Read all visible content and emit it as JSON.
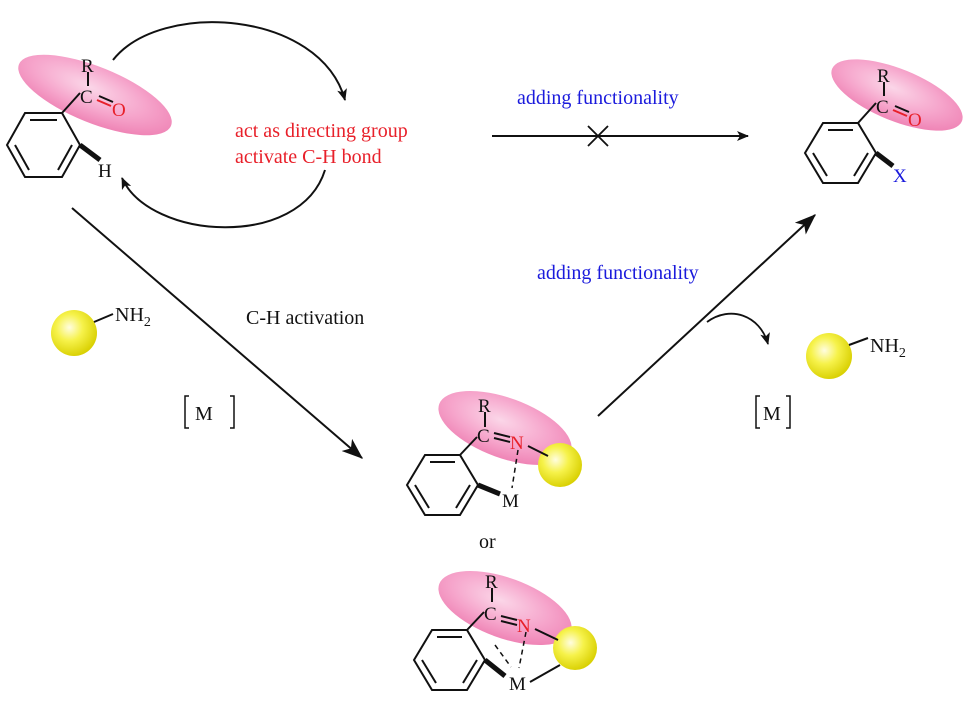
{
  "labels": {
    "directing_line1": "act as directing group",
    "directing_line2": "activate C-H bond",
    "adding_functionality_top": "adding functionality",
    "adding_functionality_mid": "adding functionality",
    "ch_activation": "C-H activation",
    "metal_left": "M",
    "metal_right": "M",
    "or": "or"
  },
  "molecules": {
    "start": {
      "R": "R",
      "C": "C",
      "O": "O",
      "H": "H"
    },
    "product": {
      "R": "R",
      "C": "C",
      "O": "O",
      "X": "X"
    },
    "amine_left": {
      "NH": "NH",
      "sub": "2"
    },
    "amine_right": {
      "NH": "NH",
      "sub": "2"
    },
    "imine1": {
      "R": "R",
      "C": "C",
      "N": "N",
      "M": "M"
    },
    "imine2": {
      "R": "R",
      "C": "C",
      "N": "N",
      "M": "M"
    }
  },
  "colors": {
    "accent_red": "#e8202a",
    "accent_blue": "#1a1adc",
    "pink_ellipse": "#f48fbf",
    "yellow_ball": "#f2ef2a",
    "line": "#111111"
  }
}
